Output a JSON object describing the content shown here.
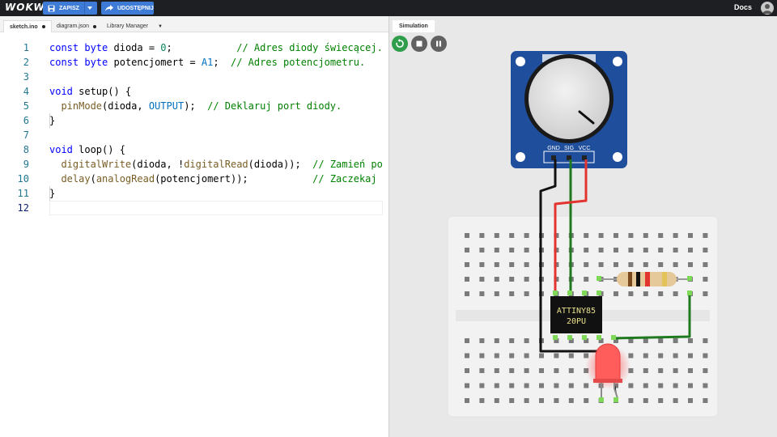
{
  "topbar": {
    "logo": "WOKWI",
    "save_label": "ZAPISZ",
    "share_label": "UDOSTĘPNIJ",
    "docs_label": "Docs"
  },
  "editor": {
    "tabs": [
      {
        "label": "sketch.ino",
        "modified": true
      },
      {
        "label": "diagram.json",
        "modified": true
      },
      {
        "label": "Library Manager"
      }
    ],
    "lines": [
      {
        "n": "1",
        "text": "const byte dioda = 0;           // Adres diody świecącej."
      },
      {
        "n": "2",
        "text": "const byte potencjomert = A1;  // Adres potencjometru."
      },
      {
        "n": "3",
        "text": ""
      },
      {
        "n": "4",
        "text": "void setup() {"
      },
      {
        "n": "5",
        "text": "  pinMode(dioda, OUTPUT);  // Deklaruj port diody."
      },
      {
        "n": "6",
        "text": "}"
      },
      {
        "n": "7",
        "text": ""
      },
      {
        "n": "8",
        "text": "void loop() {"
      },
      {
        "n": "9",
        "text": "  digitalWrite(dioda, !digitalRead(dioda));  // Zamień po"
      },
      {
        "n": "10",
        "text": "  delay(analogRead(potencjomert));           // Zaczekaj"
      },
      {
        "n": "11",
        "text": "}"
      },
      {
        "n": "12",
        "text": ""
      }
    ]
  },
  "simulation": {
    "tab_label": "Simulation",
    "pot_pins": [
      "GND",
      "SIG",
      "VCC"
    ],
    "chip_line1": "ATTINY85",
    "chip_line2": "20PU"
  },
  "colors": {
    "accent": "#3d7bd6",
    "run_green": "#2e9e4b",
    "wire_red": "#e3342f",
    "wire_green": "#1f7a1f",
    "pot_blue": "#1f4e9c"
  }
}
